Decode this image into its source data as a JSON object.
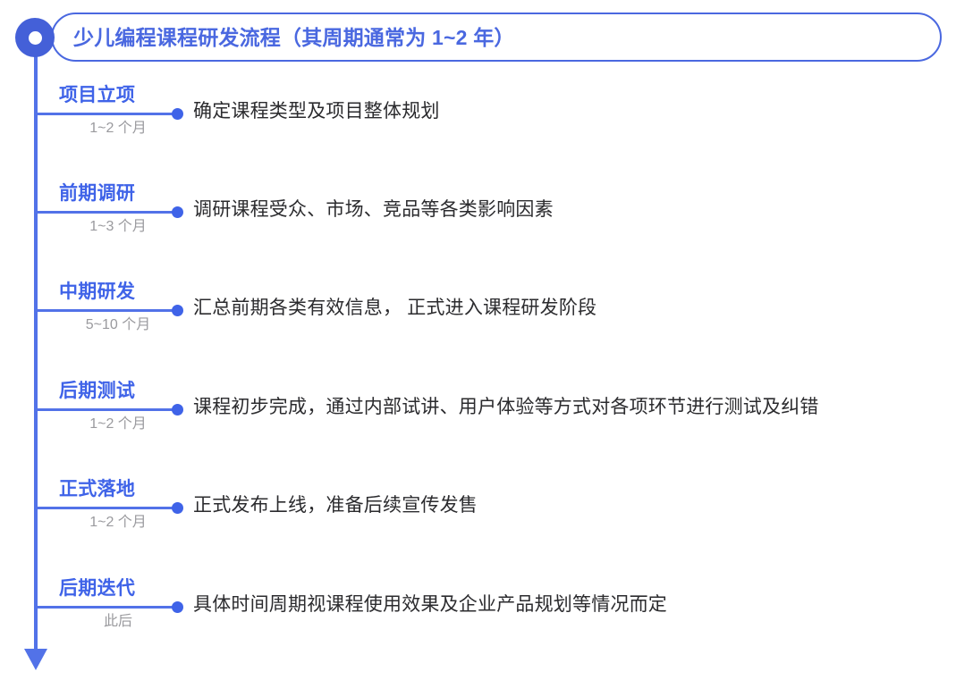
{
  "header": {
    "title": "少儿编程课程研发流程（其周期通常为 1~2 年）",
    "bullet_icon": "filled-ring-icon",
    "accent_color": "#4a68e0",
    "bullet_color": "#4460d8"
  },
  "spine": {
    "color": "#5272e8",
    "arrow_icon": "arrow-down-icon"
  },
  "colors": {
    "stage_label": "#3f63e8",
    "duration_text": "#9a9a9e",
    "description_text": "#2b2b2e",
    "line": "#5272e8",
    "dot": "#3f63e8"
  },
  "stages": [
    {
      "label": "项目立项",
      "duration": "1~2 个月",
      "description": "确定课程类型及项目整体规划"
    },
    {
      "label": "前期调研",
      "duration": "1~3 个月",
      "description": "调研课程受众、市场、竞品等各类影响因素"
    },
    {
      "label": "中期研发",
      "duration": "5~10 个月",
      "description": "汇总前期各类有效信息， 正式进入课程研发阶段"
    },
    {
      "label": "后期测试",
      "duration": "1~2 个月",
      "description": "课程初步完成，通过内部试讲、用户体验等方式对各项环节进行测试及纠错"
    },
    {
      "label": "正式落地",
      "duration": "1~2 个月",
      "description": "正式发布上线，准备后续宣传发售"
    },
    {
      "label": "后期迭代",
      "duration": "此后",
      "description": "具体时间周期视课程使用效果及企业产品规划等情况而定"
    }
  ]
}
